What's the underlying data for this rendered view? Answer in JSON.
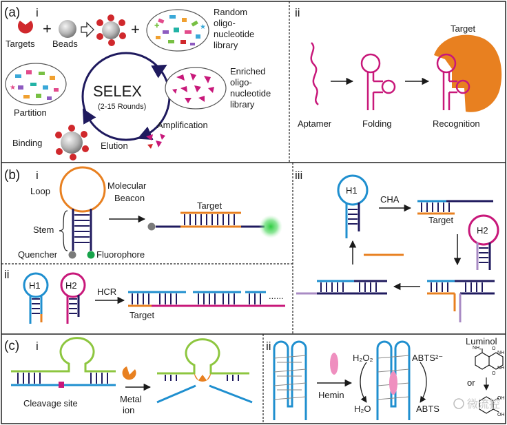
{
  "panel_a": {
    "label": "(a)",
    "i": {
      "roman": "i",
      "targets": "Targets",
      "beads": "Beads",
      "library_l1": "Random",
      "library_l2": "oligo-",
      "library_l3": "nucleotide",
      "library_l4": "library",
      "selex": "SELEX",
      "rounds": "(2-15 Rounds)",
      "enriched_l1": "Enriched",
      "enriched_l2": "oligo-",
      "enriched_l3": "nucleotide",
      "enriched_l4": "library",
      "partition": "Partition",
      "amplification": "Amplification",
      "binding": "Binding",
      "elution": "Elution"
    },
    "ii": {
      "roman": "ii",
      "target": "Target",
      "aptamer": "Aptamer",
      "folding": "Folding",
      "recognition": "Recognition"
    }
  },
  "panel_b": {
    "label": "(b)",
    "i": {
      "roman": "i",
      "loop": "Loop",
      "beacon_l1": "Molecular",
      "beacon_l2": "Beacon",
      "stem": "Stem",
      "quencher": "Quencher",
      "fluorophore": "Fluorophore",
      "target": "Target"
    },
    "ii": {
      "roman": "ii",
      "h1": "H1",
      "h2": "H2",
      "hcr": "HCR",
      "target": "Target",
      "ellipsis": "......"
    },
    "iii": {
      "roman": "iii",
      "h1": "H1",
      "h2": "H2",
      "cha": "CHA",
      "target": "Target"
    }
  },
  "panel_c": {
    "label": "(c)",
    "i": {
      "roman": "i",
      "cleavage": "Cleavage site",
      "metal_l1": "Metal",
      "metal_l2": "ion"
    },
    "ii": {
      "roman": "ii",
      "hemin": "Hemin",
      "h2o2": "H₂O₂",
      "h2o": "H₂O",
      "abts_red": "ABTS²⁻",
      "abts_ox": "ABTS",
      "luminol": "Luminol",
      "or": "or",
      "nh2": "NH₂",
      "nh": "NH",
      "o": "O",
      "oh": "OH",
      "watermark": "微流控"
    }
  },
  "colors": {
    "navy": "#1f1a5e",
    "blue": "#1f8fcf",
    "green": "#8dc63f",
    "orange": "#e88020",
    "magenta": "#c8187a",
    "pink": "#ef8fbf",
    "red": "#d0282c",
    "fluor": "#17a34a",
    "lilac": "#a98bc4"
  }
}
